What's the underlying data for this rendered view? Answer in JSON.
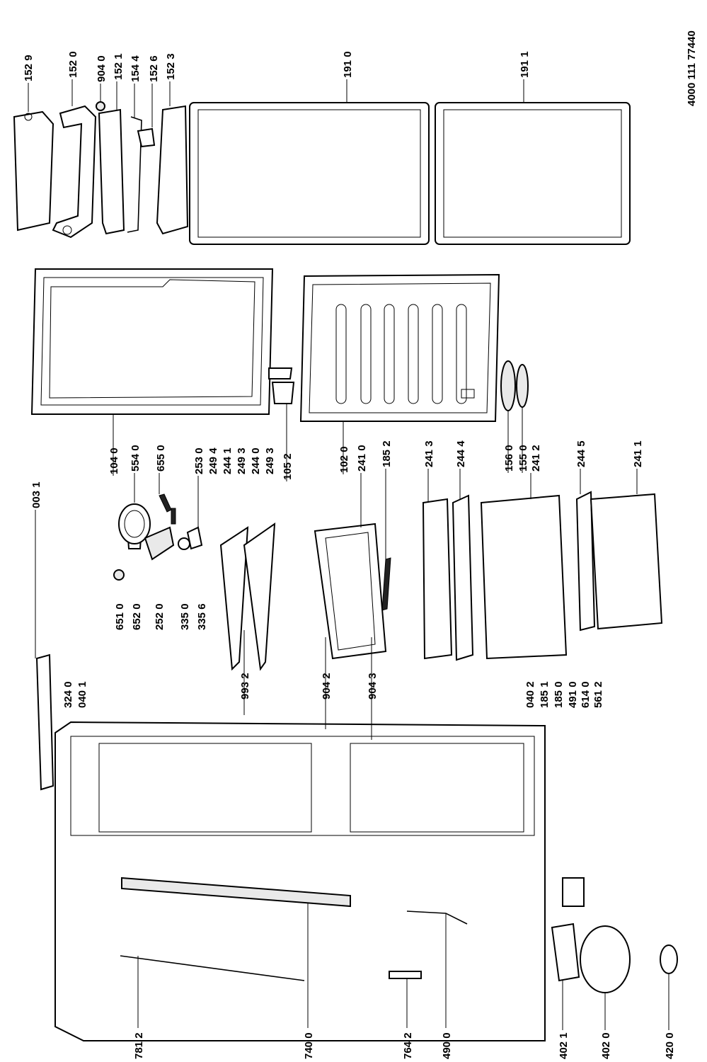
{
  "document_number": "4000 111 77440",
  "labels": {
    "l_1529": "152 9",
    "l_1520": "152 0",
    "l_9040": "904 0",
    "l_1521": "152 1",
    "l_1544": "154 4",
    "l_1526": "152 6",
    "l_1523": "152 3",
    "l_1910": "191 0",
    "l_1911": "191 1",
    "l_0031": "003 1",
    "l_1040": "104 0",
    "l_5540": "554 0",
    "l_6550": "655 0",
    "l_2530": "253 0",
    "l_2494": "249 4",
    "l_2441": "244 1",
    "l_2493a": "249 3",
    "l_2440": "244 0",
    "l_2493b": "249 3",
    "l_1052": "105 2",
    "l_1020": "102 0",
    "l_2410": "241 0",
    "l_1852": "185 2",
    "l_2413": "241 3",
    "l_2444": "244 4",
    "l_1560": "156 0",
    "l_1550": "155 0",
    "l_2412": "241 2",
    "l_2445": "244 5",
    "l_2411": "241 1",
    "l_6510": "651 0",
    "l_6520": "652 0",
    "l_2520": "252 0",
    "l_3350": "335 0",
    "l_3356": "335 6",
    "l_3240": "324 0",
    "l_0401": "040 1",
    "l_9932": "993 2",
    "l_9042": "904 2",
    "l_9043": "904 3",
    "l_0402": "040 2",
    "l_1851": "185 1",
    "l_1850": "185 0",
    "l_4910": "491 0",
    "l_6140": "614 0",
    "l_5612": "561 2",
    "l_7812": "781 2",
    "l_7400": "740 0",
    "l_7642": "764 2",
    "l_4900": "490 0",
    "l_4021": "402 1",
    "l_4020": "402 0",
    "l_4200": "420 0"
  }
}
